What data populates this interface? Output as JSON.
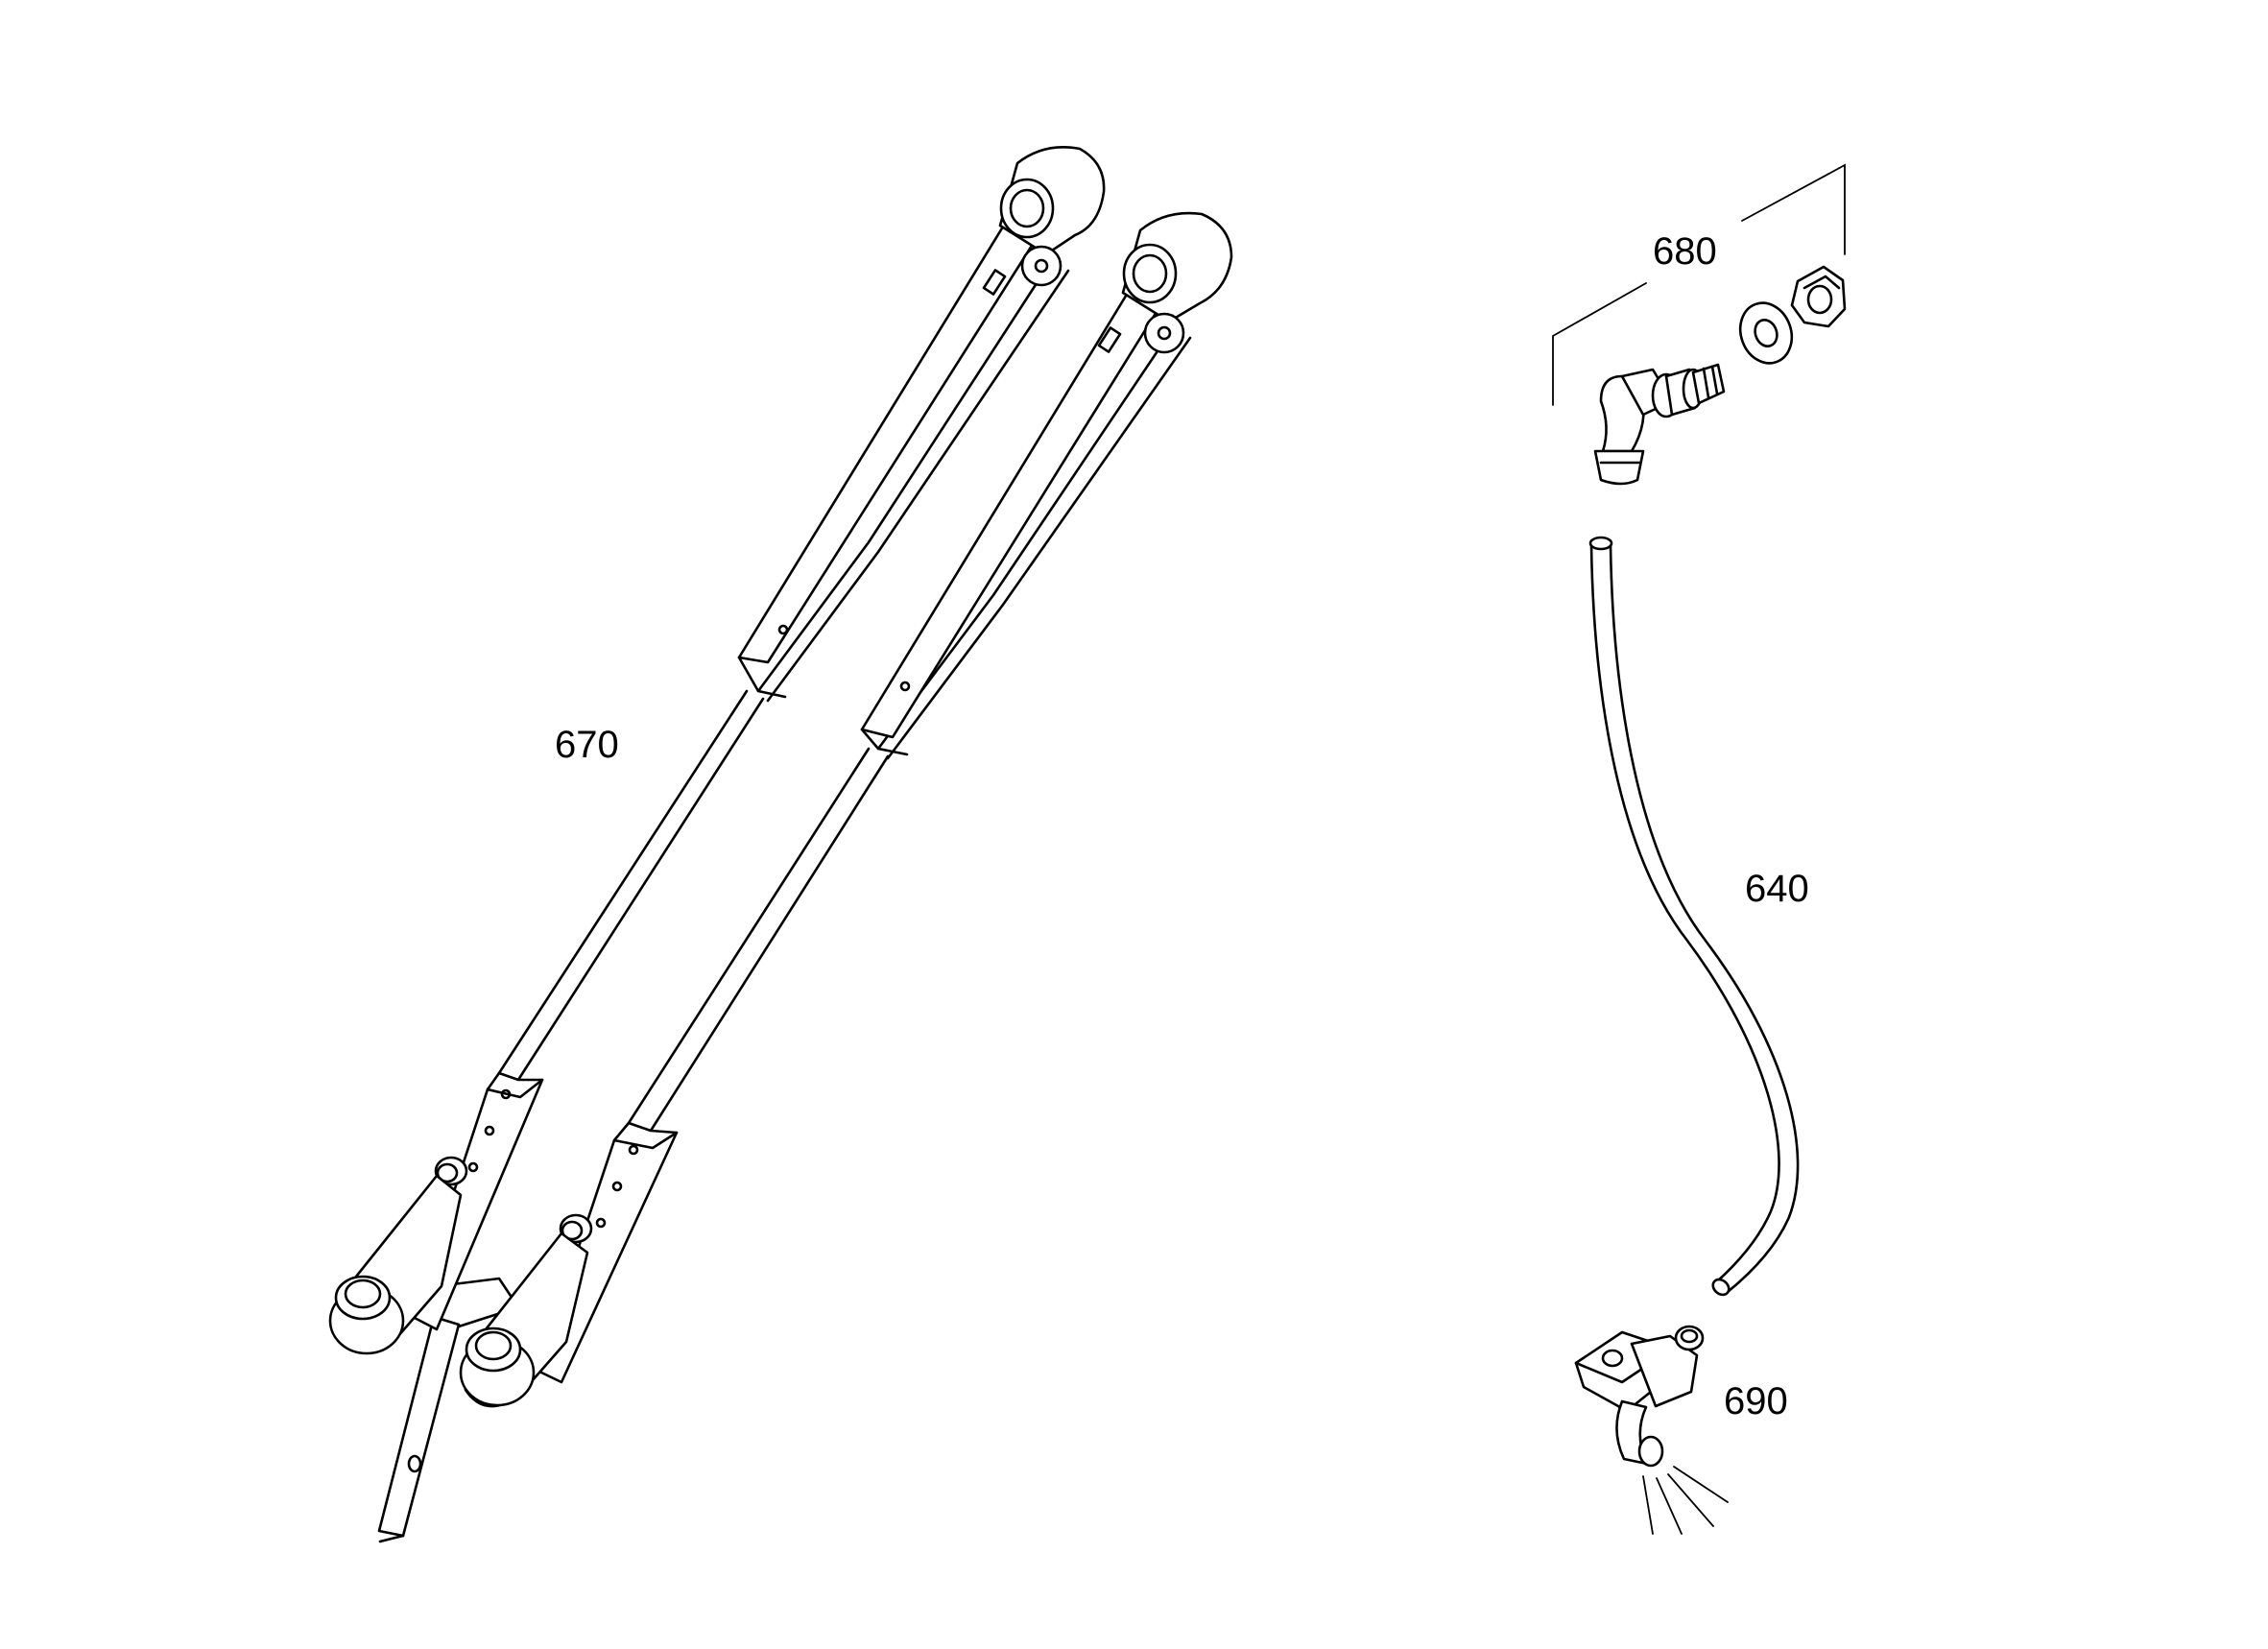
{
  "callouts": {
    "wiper_arms": "670",
    "nozzle_kit": "680",
    "hose": "640",
    "spray_nozzle": "690"
  }
}
